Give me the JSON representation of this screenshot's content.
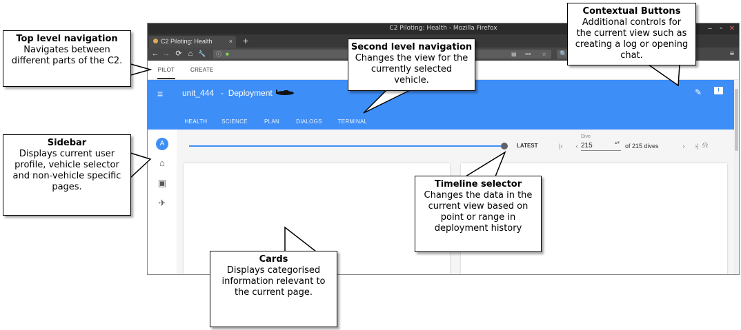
{
  "browser": {
    "window_title": "C2 Piloting: Health - Mozilla Firefox",
    "tab_title": "C2 Piloting: Health",
    "new_tab": "+",
    "tab_close": "×",
    "nav": {
      "back": "←",
      "forward": "→",
      "reload": "⟳",
      "home": "⌂",
      "tools": "🔧"
    },
    "url": "",
    "toolbar": {
      "reader": "▤",
      "more": "•••",
      "bookmark": "☆",
      "search": "🔍",
      "menu": "≡"
    },
    "window_controls": {
      "minimize": "–",
      "maximize": "▫",
      "close": "✕"
    }
  },
  "app": {
    "top_nav": [
      "PILOT",
      "CREATE"
    ],
    "title": "unit_444   -  Deployment",
    "hamburger": "≡",
    "edit_icon": "✎",
    "feedback_icon": "!",
    "sub_nav": [
      "HEALTH",
      "SCIENCE",
      "PLAN",
      "DIALOGS",
      "TERMINAL"
    ],
    "sidebar": {
      "avatar_initial": "A",
      "home_icon": "⌂",
      "pages_icon": "▣",
      "vehicle_icon": "✈"
    },
    "timeline": {
      "latest_label": "LATEST",
      "first": "|‹",
      "prev": "‹",
      "next": "›",
      "last": "›|",
      "dive_label": "Dive",
      "dive_value": "215",
      "spin": "▴▾",
      "dive_total": "of 215 dives",
      "alarm_icon": "⍾"
    }
  },
  "annotations": {
    "top_nav": {
      "title": "Top level navigation",
      "lines": [
        "Navigates between",
        "different parts of the C2."
      ]
    },
    "second_nav": {
      "title": "Second level navigation",
      "lines": [
        "Changes the view for the",
        "currently selected",
        "vehicle."
      ]
    },
    "contextual": {
      "title": "Contextual Buttons",
      "lines": [
        "Additional controls for",
        "the current view such as",
        "creating a log or opening",
        "chat."
      ]
    },
    "sidebar": {
      "title": "Sidebar",
      "lines": [
        "Displays current user",
        "profile, vehicle selector",
        "and non-vehicle specific",
        "pages."
      ]
    },
    "timeline": {
      "title": "Timeline selector",
      "lines": [
        "Changes the data in the",
        "current view based on",
        "point or range in",
        "deployment history"
      ]
    },
    "cards": {
      "title": "Cards",
      "lines": [
        "Displays categorised",
        "information relevant to",
        "the current page."
      ]
    }
  },
  "colors": {
    "app_bar": "#3e8ef7",
    "browser_chrome": "#383838",
    "knob": "#5f6368"
  }
}
